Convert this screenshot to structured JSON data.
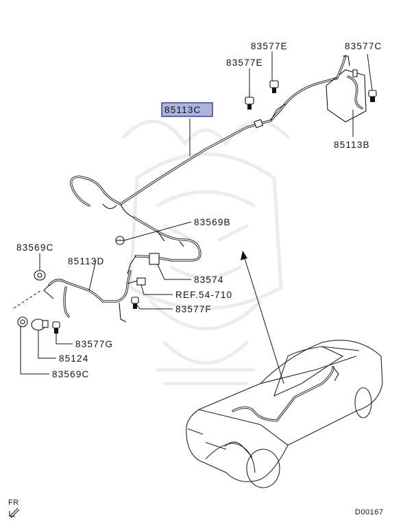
{
  "labels": {
    "part_85113C": "85113C",
    "part_83577E_1": "83577E",
    "part_83577E_2": "83577E",
    "part_83577C": "83577C",
    "part_85113B": "85113B",
    "part_83569B": "83569B",
    "part_83569C_1": "83569C",
    "part_85113D": "85113D",
    "part_83574": "83574",
    "ref_54_710": "REF.54-710",
    "part_83577F": "83577F",
    "part_83577G": "83577G",
    "part_85124": "85124",
    "part_83569C_2": "83569C",
    "fr_label": "FR",
    "diagram_code": "D00167"
  },
  "colors": {
    "highlight_fill": "#aab4dc",
    "highlight_border": "#1a1a80",
    "ink": "#111111",
    "watermark": "#ececec"
  },
  "icons": {
    "front_direction": "fr-arrow-icon",
    "watermark": "samurai-helmet-watermark"
  }
}
